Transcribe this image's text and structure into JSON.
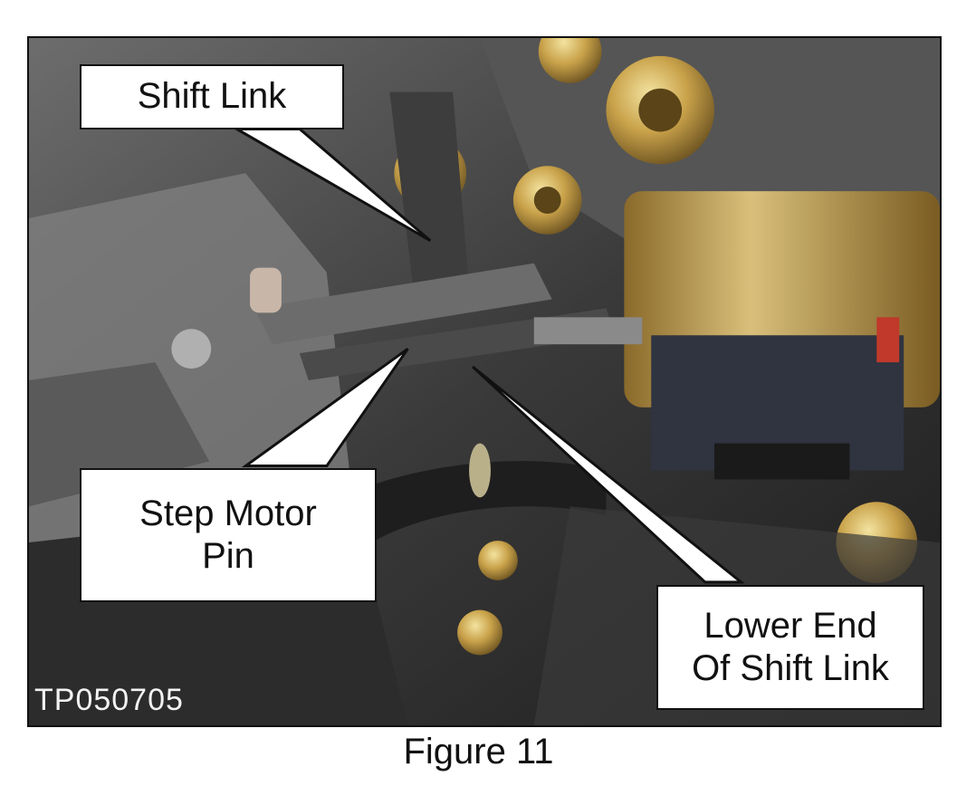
{
  "callouts": {
    "shift_link": "Shift Link",
    "step_motor_line1": "Step Motor",
    "step_motor_line2": "Pin",
    "lower_end_line1": "Lower End",
    "lower_end_line2": "Of Shift Link"
  },
  "photo_id": "TP050705",
  "caption": "Figure 11",
  "colors": {
    "frame": "#111111",
    "callout_bg": "#ffffff",
    "brass": "#c9a24a"
  }
}
